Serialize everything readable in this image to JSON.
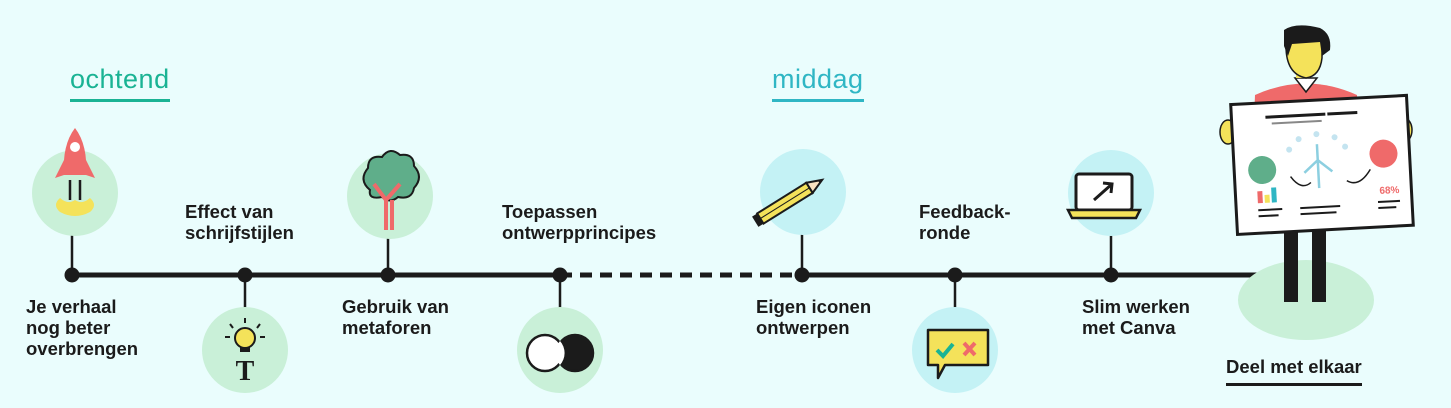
{
  "sections": {
    "morning": "ochtend",
    "afternoon": "middag"
  },
  "steps": [
    {
      "label": "Je verhaal\nnog beter\noverbrengen",
      "icon": "rocket-icon"
    },
    {
      "label": "Effect van\nschrijfstijlen",
      "icon": "lightbulb-typography-icon"
    },
    {
      "label": "Gebruik van\nmetaforen",
      "icon": "tree-icon"
    },
    {
      "label": "Toepassen\nontwerpprincipes",
      "icon": "overlapping-circles-icon"
    },
    {
      "label": "Eigen iconen\nontwerpen",
      "icon": "pencil-icon"
    },
    {
      "label": "Feedback-\nronde",
      "icon": "feedback-speech-bubble-icon"
    },
    {
      "label": "Slim werken\nmet Canva",
      "icon": "laptop-icon"
    }
  ],
  "final": {
    "label": "Deel met elkaar",
    "icon": "presenter-with-poster-icon",
    "poster_stat": "68%"
  },
  "colors": {
    "background": "#eafdfd",
    "morning_accent": "#1ab394",
    "afternoon_accent": "#2fb6c4",
    "green_circle": "#c9f0d8",
    "cyan_circle": "#c4f2f5",
    "line": "#1b1b1b"
  }
}
